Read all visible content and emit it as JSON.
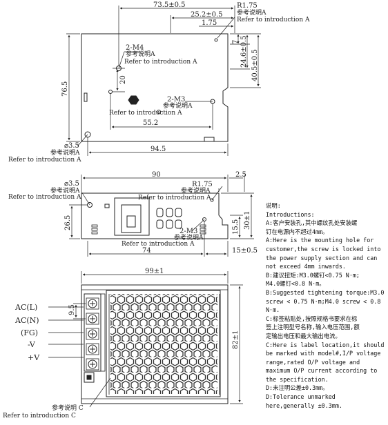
{
  "top_view": {
    "dim_width_top": "73.5±0.5",
    "dim_mid_top": "25.2±0.5",
    "dim_edge": "1.75",
    "dim_r": "R1.75",
    "dim_side_small": "7",
    "dim_side_mid": "24.6±0.5",
    "dim_side_long": "40.5±0.5",
    "dim_left_height": "76.5",
    "dim_inner_vertical": "20",
    "dim_inner_horizontal": "55.2",
    "dim_bottom_width": "94.5",
    "dim_hole": "⌀3.5",
    "label_m4": "2-M4",
    "label_m3": "2-M3",
    "ref_cn": "参考说明A",
    "ref_en": "Refer to introduction A"
  },
  "side_view": {
    "dim_length": "90",
    "dim_end": "2.5",
    "dim_hole": "⌀3.5",
    "dim_r": "R1.75",
    "label_m3": "2-M3",
    "dim_height": "26.5",
    "dim_small": "15.5",
    "dim_total_h": "30±1",
    "dim_bottom": "74",
    "dim_bottom_right": "15±0.5",
    "ref_cn": "参考说明A",
    "ref_en": "Refer to introduction A"
  },
  "front_view": {
    "dim_width": "99±1",
    "dim_height": "82±1",
    "dim_pitch": "9.5",
    "terminals": [
      "AC(L)",
      "AC(N)",
      "(FG)",
      "-V",
      "+V"
    ],
    "ref_cn": "参考说明 C",
    "ref_en": "Refer to introduction C"
  },
  "notes": {
    "title": "说明:",
    "lines": [
      "Introductions:",
      "A:客户安装孔,其中螺纹孔处安装螺",
      "钉在电源内不超过4mm。",
      "A:Here is the mounting hole for",
      "customer,the screw is locked into",
      "the power supply section and can",
      "not exceed 4mm inwards.",
      "B:建议扭矩:M3.0螺钉<0.75 N·m;",
      "M4.0螺钉<0.8 N·m。",
      "B:Suggested tightening torque:M3.0",
      "screw < 0.75 N·m;M4.0 screw < 0.8",
      "N·m.",
      "C:标签粘贴处,按照规格书要求在标",
      "签上注明型号名称,输入电压范围,额",
      "定输出电压和最大输出电流。",
      "C:Here is label location,it should",
      "be marked with model#,I/P voltage",
      "range,rated O/P voltage and",
      "maximum O/P current according to",
      "the specification.",
      "D:未注明公差±0.3mm。",
      "D:Tolerance unmarked",
      "here,generally ±0.3mm."
    ]
  }
}
